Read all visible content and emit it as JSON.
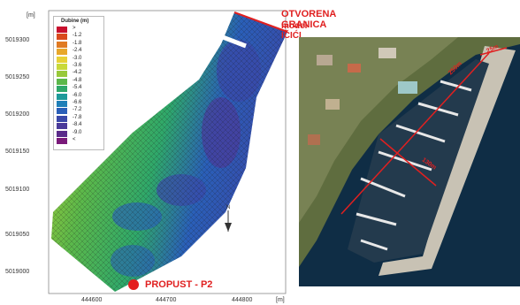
{
  "map": {
    "unit_label": "[m]",
    "y_ticks": [
      "5019300",
      "5019250",
      "5019200",
      "5019150",
      "5019100",
      "5019050",
      "5019000"
    ],
    "x_ticks": [
      "444600",
      "444700",
      "444800",
      "[m]"
    ],
    "legend": {
      "title": "Dubine (m)",
      "entries": [
        {
          "label": ">",
          "color": "#c8102e"
        },
        {
          "label": "-1.2",
          "color": "#d94a1d"
        },
        {
          "label": "-1.8",
          "color": "#e07a22"
        },
        {
          "label": "-2.4",
          "color": "#e8a72a"
        },
        {
          "label": "-3.0",
          "color": "#e8d136"
        },
        {
          "label": "-3.6",
          "color": "#c9d93a"
        },
        {
          "label": "-4.2",
          "color": "#98c93a"
        },
        {
          "label": "-4.8",
          "color": "#5cb84a"
        },
        {
          "label": "-5.4",
          "color": "#2fa86a"
        },
        {
          "label": "-6.0",
          "color": "#1e9a9a"
        },
        {
          "label": "-6.6",
          "color": "#1f7fb8"
        },
        {
          "label": "-7.2",
          "color": "#2a5fb8"
        },
        {
          "label": "-7.8",
          "color": "#3a48a8"
        },
        {
          "label": "-8.4",
          "color": "#4a3a9a"
        },
        {
          "label": "-9.0",
          "color": "#5a2a8a"
        },
        {
          "label": "<",
          "color": "#7a1a7a"
        }
      ]
    },
    "boundary_label_line1": "OTVORENA GRANICA",
    "boundary_label_line2": "model IČIĆI",
    "culvert_label": "PROPUST - P2",
    "north_label": "N"
  },
  "photo": {
    "dimension_labels": [
      "25m",
      "250m",
      "130m"
    ]
  },
  "colors": {
    "annotation_red": "#e02020",
    "sea": "#0d2c44",
    "mesh_shallow": "#5cb84a",
    "mesh_deep": "#3a48a8"
  }
}
